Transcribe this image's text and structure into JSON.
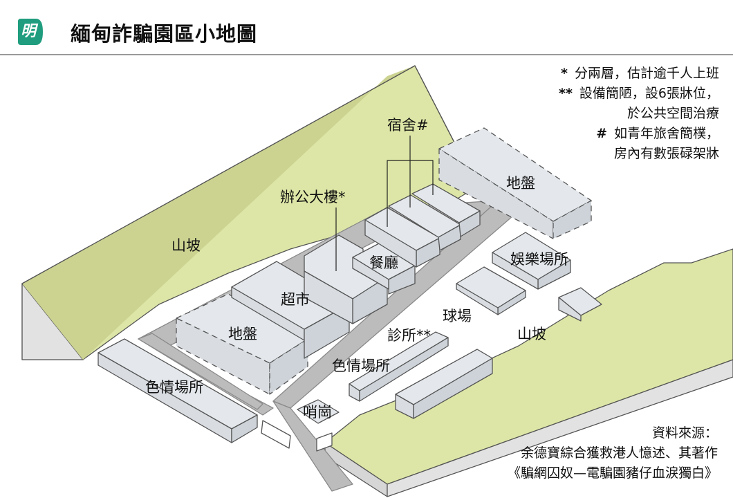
{
  "header": {
    "logo_char": "明",
    "title": "緬甸詐騙園區小地圖"
  },
  "legend": [
    {
      "symbol": "*",
      "lines": [
        "分兩層，估計逾千人上班"
      ]
    },
    {
      "symbol": "**",
      "lines": [
        "設備簡陋，設6張牀位，",
        "於公共空間治療"
      ]
    },
    {
      "symbol": "#",
      "lines": [
        "如青年旅舍簡樸，",
        "房內有數張碌架牀"
      ]
    }
  ],
  "labels": {
    "hillside_left": "山坡",
    "hillside_right": "山坡",
    "dormitory": "宿舍#",
    "office_building": "辦公大樓*",
    "canteen": "餐廳",
    "supermarket": "超市",
    "land_plot_left": "地盤",
    "land_plot_right": "地盤",
    "entertainment": "娛樂場所",
    "ball_court": "球場",
    "clinic": "診所**",
    "adult_venue_center": "色情場所",
    "adult_venue_left": "色情場所",
    "sentry_post": "哨崗"
  },
  "source": {
    "lines": [
      "資料來源：",
      "余德寶綜合獲救港人憶述、其著作",
      "《騙網囚奴—電騙園豬仔血淚獨白》"
    ]
  },
  "colors": {
    "hill": "#dde6a6",
    "building": "#e4e8ec",
    "building_side": "#cdd3d9",
    "road": "#bcbcbc",
    "logo": "#1f9d7e"
  }
}
